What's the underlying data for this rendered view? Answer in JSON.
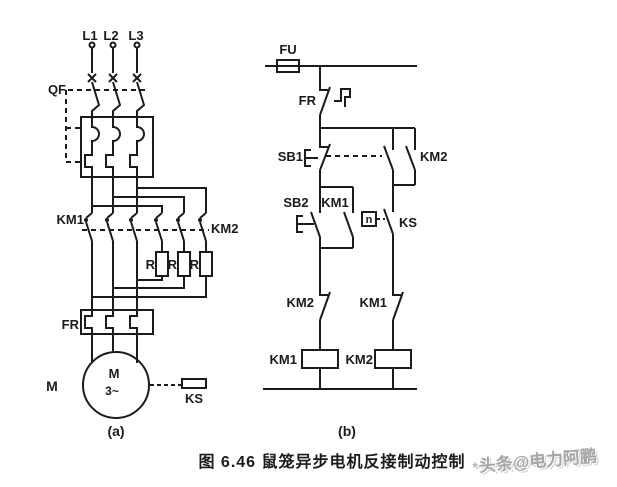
{
  "figure": {
    "caption": "图 6.46  鼠笼异步电机反接制动控制",
    "panel_a_label": "(a)",
    "panel_b_label": "(b)"
  },
  "main_circuit": {
    "phase_labels": [
      "L1",
      "L2",
      "L3"
    ],
    "breaker_label": "QF",
    "km1_label": "KM1",
    "km2_label": "KM2",
    "resistor_labels": [
      "R",
      "R",
      "R"
    ],
    "thermal_relay_label": "FR",
    "motor_ref_label": "M",
    "motor_symbol_letter": "M",
    "motor_phase_text": "3~",
    "speed_relay_label": "KS"
  },
  "control_circuit": {
    "fuse_label": "FU",
    "thermal_contact_label": "FR",
    "stop_button_label": "SB1",
    "start_button_label": "SB2",
    "seal_in_contact_label": "KM1",
    "brake_contact_label": "KM2",
    "speed_sensor_letter": "n",
    "speed_contact_label": "KS",
    "interlock_km2_label": "KM2",
    "interlock_km1_label": "KM1",
    "coil_km1_label": "KM1",
    "coil_km2_label": "KM2"
  },
  "watermark": {
    "star": "*",
    "text": "头条@电力阿鹏"
  }
}
